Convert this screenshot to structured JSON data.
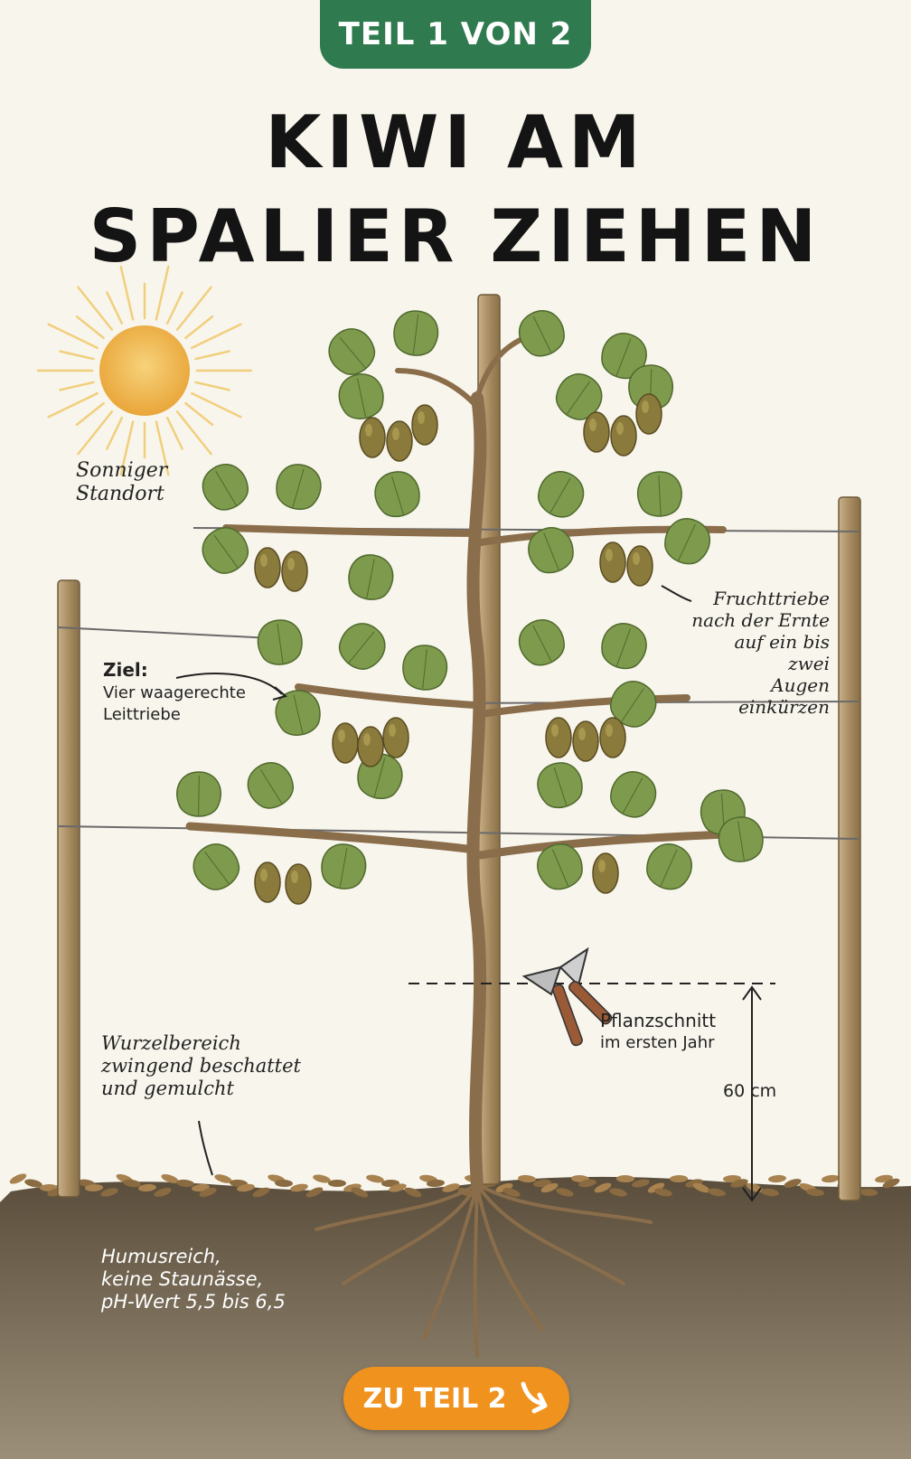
{
  "badge": "TEIL 1 VON 2",
  "title": {
    "line1": "KIWI AM",
    "line2": "SPALIER ZIEHEN"
  },
  "annotations": {
    "sun": [
      "Sonniger",
      "Standort"
    ],
    "fruit": [
      "Fruchttriebe",
      "nach der Ernte",
      "auf ein bis zwei",
      "Augen einkürzen"
    ],
    "goal_head": "Ziel:",
    "goal_body": [
      "Vier waagerechte",
      "Leittriebe"
    ],
    "cut_head": "Pflanzschnitt",
    "cut_body": "im ersten Jahr",
    "height": "60 cm",
    "root": [
      "Wurzelbereich",
      "zwingend beschattet",
      "und gemulcht"
    ],
    "soil": [
      "Humusreich,",
      "keine Staunässe,",
      "pH-Wert 5,5 bis 6,5"
    ]
  },
  "cta": {
    "label": "ZU TEIL 2",
    "icon": "arrow-down-right-icon"
  },
  "colors": {
    "badge": "#2f7a4f",
    "cta": "#f0921e",
    "background": "#f8f5ec",
    "leaf": "#7e9a4c",
    "wood": "#a58a62",
    "soil": "#4f4434",
    "sun": "#f2b84a"
  }
}
